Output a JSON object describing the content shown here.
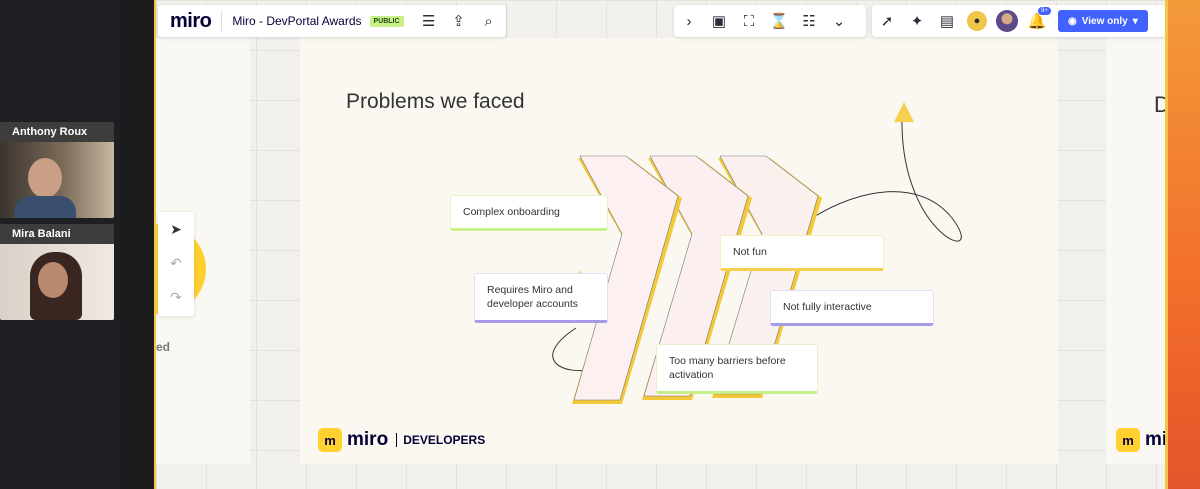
{
  "participants": [
    {
      "name": "Anthony Roux"
    },
    {
      "name": "Mira Balani"
    }
  ],
  "toolbar": {
    "logo": "miro",
    "board_title": "Miro - DevPortal Awards",
    "badge": "PUBLIC",
    "view_only_label": "View only",
    "notification_count": "9+"
  },
  "slide": {
    "title": "Problems we faced",
    "notes": [
      {
        "text": "Complex onboarding"
      },
      {
        "text": "Requires Miro and developer accounts"
      },
      {
        "text": "Not fun"
      },
      {
        "text": "Not fully interactive"
      },
      {
        "text": "Too many barriers before activation"
      }
    ],
    "brand_name": "miro",
    "brand_suffix": "DEVELOPERS"
  },
  "adjacent": {
    "right_letter": "D",
    "right_brand": "miro",
    "left_cut_text": "ed"
  },
  "colors": {
    "accent": "#4262ff",
    "brand_yellow": "#ffd02f",
    "frame_border": "#f0c64a",
    "note_green": "#c9f088",
    "note_purple": "#a79be8",
    "note_yellow": "#f6d04d"
  }
}
